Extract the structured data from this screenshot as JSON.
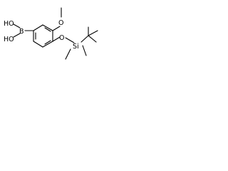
{
  "structure": {
    "atoms": {
      "boron": "B",
      "hydroxyl_upper": "HO",
      "hydroxyl_lower": "HO",
      "methoxy_oxygen": "O",
      "ether_oxygen": "O",
      "silicon": "Si"
    },
    "colors": {
      "line": "#000000",
      "background": "#ffffff"
    }
  }
}
